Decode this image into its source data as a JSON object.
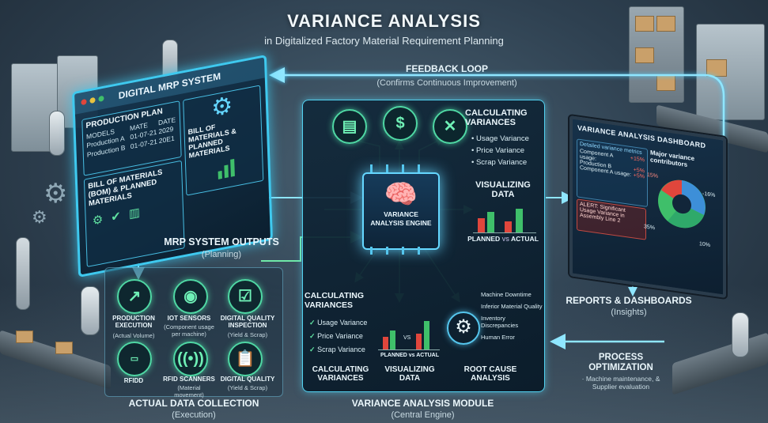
{
  "header": {
    "title": "VARIANCE ANALYSIS",
    "subtitle": "in Digitalized Factory Material Requirement Planning"
  },
  "feedback": {
    "title": "FEEDBACK LOOP",
    "subtitle": "(Confirms Continuous Improvement)"
  },
  "mrp_screen": {
    "title": "DIGITAL MRP SYSTEM",
    "plan_title": "PRODUCTION PLAN",
    "col_models": "MODELS",
    "col_mate": "MATE",
    "col_date": "DATE",
    "row1_name": "Production A",
    "row1_mate": "01-07-21",
    "row1_date": "2029",
    "row2_name": "Production B",
    "row2_mate": "01-07-21",
    "row2_date": "20E1",
    "bom_right": "BILL OF MATERIALS & PLANNED MATERIALS",
    "bom_bottom": "BILL OF MATERIALS (BOM) & PLANNED MATERIALS"
  },
  "mrp_outputs": {
    "title": "MRP SYSTEM OUTPUTS",
    "subtitle": "(Planning)"
  },
  "collection": {
    "title": "ACTUAL DATA COLLECTION",
    "subtitle": "(Execution)",
    "items": [
      {
        "icon": "chart-icon",
        "label": "PRODUCTION EXECUTION",
        "sub": "(Actual Volume)"
      },
      {
        "icon": "iot-sensor-icon",
        "label": "IOT SENSORS",
        "sub": "(Component usage per machine)"
      },
      {
        "icon": "checklist-icon",
        "label": "DIGITAL QUALITY INSPECTION",
        "sub": "(Yield & Scrap)"
      },
      {
        "icon": "rfid-icon",
        "label": "RFIDD",
        "sub": ""
      },
      {
        "icon": "scanner-icon",
        "label": "RFID SCANNERS",
        "sub": "(Material movement)"
      },
      {
        "icon": "clipboard-icon",
        "label": "DIGITAL QUALITY",
        "sub": "(Yield & Scrap)"
      }
    ]
  },
  "module": {
    "title": "VARIANCE ANALYSIS MODULE",
    "subtitle": "(Central Engine)",
    "engine_label": "VARIANCE ANALYSIS ENGINE",
    "calc_top_title": "CALCULATING VARIANCES",
    "calc_top_items": [
      "Usage Variance",
      "Price Variance",
      "Scrap Variance"
    ],
    "visual_title": "VISUALIZING DATA",
    "chart_caption_planned": "PLANNED",
    "chart_caption_vs": "VS",
    "chart_caption_actual": "ACTUAL",
    "calc_bottom_title": "CALCULATING VARIANCES",
    "calc_bottom_items": [
      "Usage Variance",
      "Price Variance",
      "Scrap Variance"
    ],
    "mini_chart_caption": "PLANNED vs ACTUAL",
    "mini_chart_vs": "VS",
    "root_causes": [
      "Machine Downtime",
      "Inferior Material Quality",
      "Inventory Discrepancies",
      "Human Error"
    ],
    "footer_calc": "CALCULATING VARIANCES",
    "footer_visual": "VISUALIZING DATA",
    "footer_root": "ROOT CAUSE ANALYSIS"
  },
  "dashboard": {
    "title": "VARIANCE ANALYSIS DASHBOARD",
    "metrics_title": "Detailed variance metrics",
    "metrics": [
      {
        "label": "Component A usage:",
        "value": "+15%"
      },
      {
        "label": "Production B",
        "value": "+5%"
      },
      {
        "label": "Component A usage:",
        "value": "+5%"
      }
    ],
    "alert": "ALERT: Significant Usage Variance in Assembly Line 2",
    "contributors_title": "Major variance contributors",
    "pie_labels": [
      "15%",
      "-16%",
      "35%",
      "10%"
    ]
  },
  "reports": {
    "title": "REPORTS & DASHBOARDS",
    "subtitle": "(Insights)"
  },
  "optimization": {
    "title": "PROCESS OPTIMIZATION",
    "subtitle": "Machine maintenance, & Supplier evaluation"
  },
  "colors": {
    "accent_cyan": "#53d3f2",
    "accent_green": "#5fe0a0",
    "bar_red": "#e0463c",
    "bar_green": "#3fbf6a"
  }
}
